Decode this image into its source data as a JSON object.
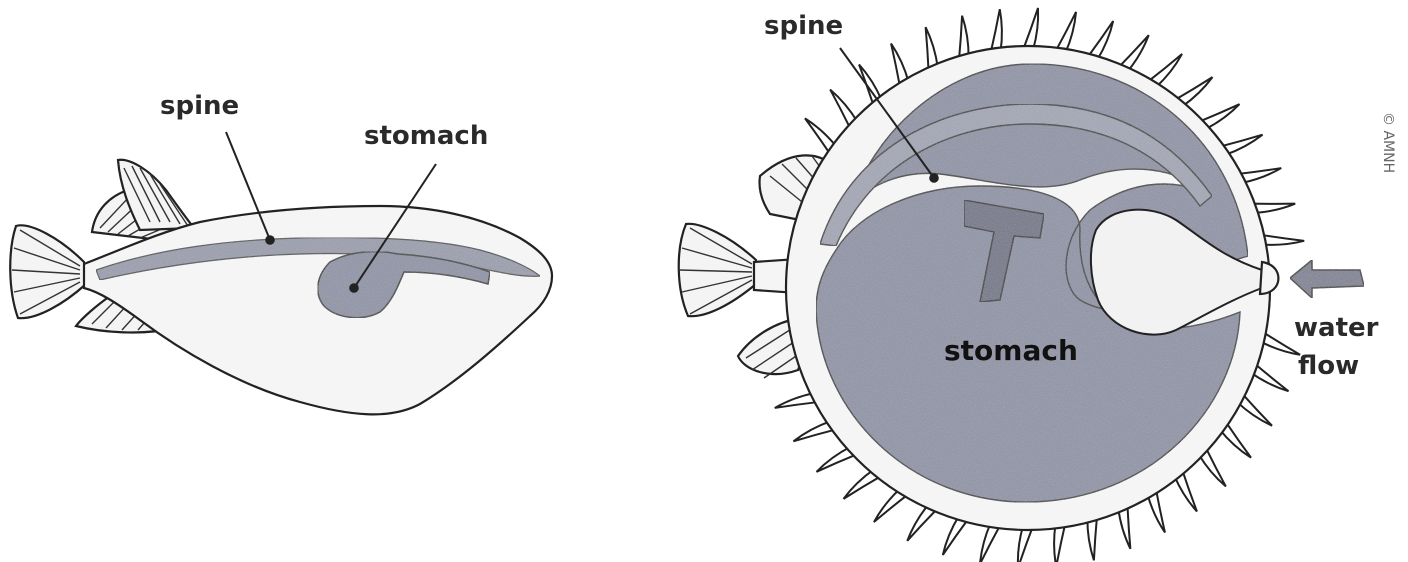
{
  "figure": {
    "left_fish": {
      "labels": {
        "spine": "spine",
        "stomach": "stomach"
      }
    },
    "right_fish": {
      "labels": {
        "spine": "spine",
        "stomach": "stomach",
        "water_flow_line1": "water",
        "water_flow_line2": "flow"
      }
    },
    "credit": "© AMNH"
  },
  "colors": {
    "ink": "#222222",
    "stomach_fill": "#8e92a6",
    "body_fill": "#f3f3f3"
  }
}
